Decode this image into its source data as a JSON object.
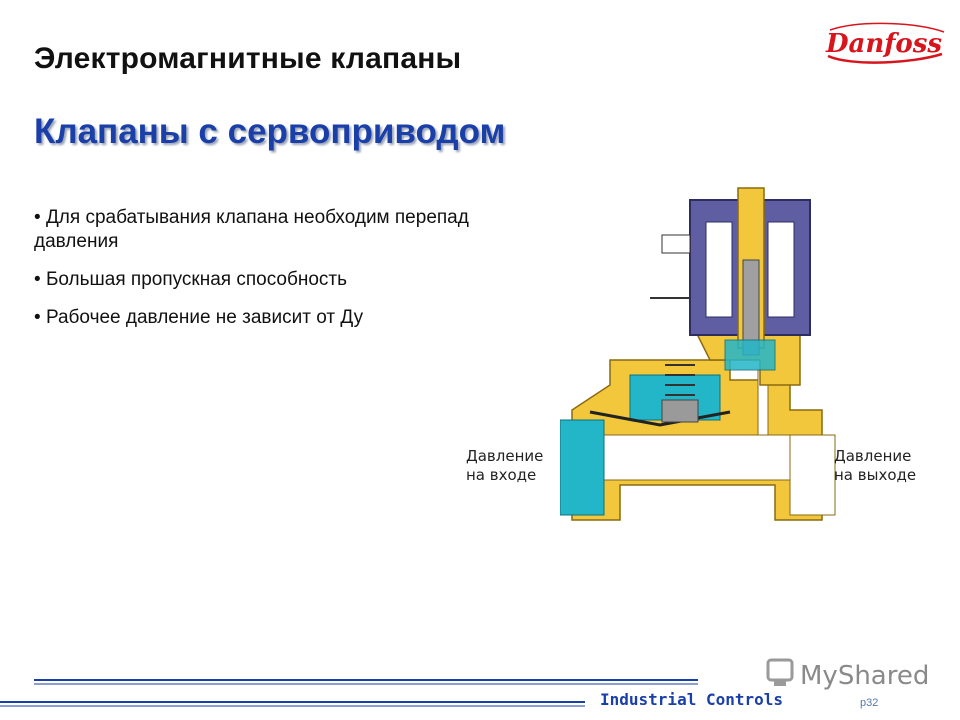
{
  "slide": {
    "title": "Электромагнитные клапаны",
    "subtitle": "Клапаны с сервоприводом",
    "bullets": [
      "Для срабатывания клапана необходим перепад давления",
      "Большая пропускная способность",
      "Рабочее давление не зависит от Ду"
    ]
  },
  "logo": {
    "text": "Danfoss",
    "color": "#d8141c"
  },
  "diagram": {
    "inlet_label": [
      "Давление",
      "на входе"
    ],
    "outlet_label": [
      "Давление",
      "на выходе"
    ],
    "colors": {
      "body": "#f2c73c",
      "body_outline": "#8a6a10",
      "inlet_fluid": "#23b6c8",
      "coil": "#5f5ea3",
      "armature": "#a0a0a0"
    }
  },
  "footer": {
    "brand": "Industrial Controls",
    "page": "p32",
    "watermark": "MyShared"
  }
}
